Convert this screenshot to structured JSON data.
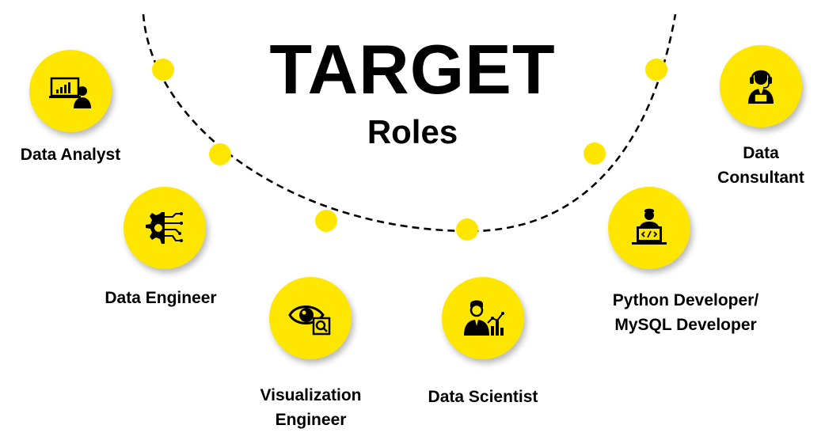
{
  "header": {
    "title": "TARGET",
    "subtitle": "Roles"
  },
  "colors": {
    "accent": "#FFE600",
    "ink": "#000000",
    "background": "#FFFFFF"
  },
  "roles": [
    {
      "label": "Data Analyst",
      "icon": "data-analyst-presentation-icon"
    },
    {
      "label": "Data Engineer",
      "icon": "gear-circuit-icon"
    },
    {
      "label": "Visualization Engineer",
      "icon": "eye-search-icon"
    },
    {
      "label": "Data Scientist",
      "icon": "scientist-chart-icon"
    },
    {
      "label": "Python Developer/ MySQL Developer",
      "icon": "developer-laptop-code-icon"
    },
    {
      "label": "Data Consultant",
      "icon": "consultant-headset-icon"
    }
  ]
}
